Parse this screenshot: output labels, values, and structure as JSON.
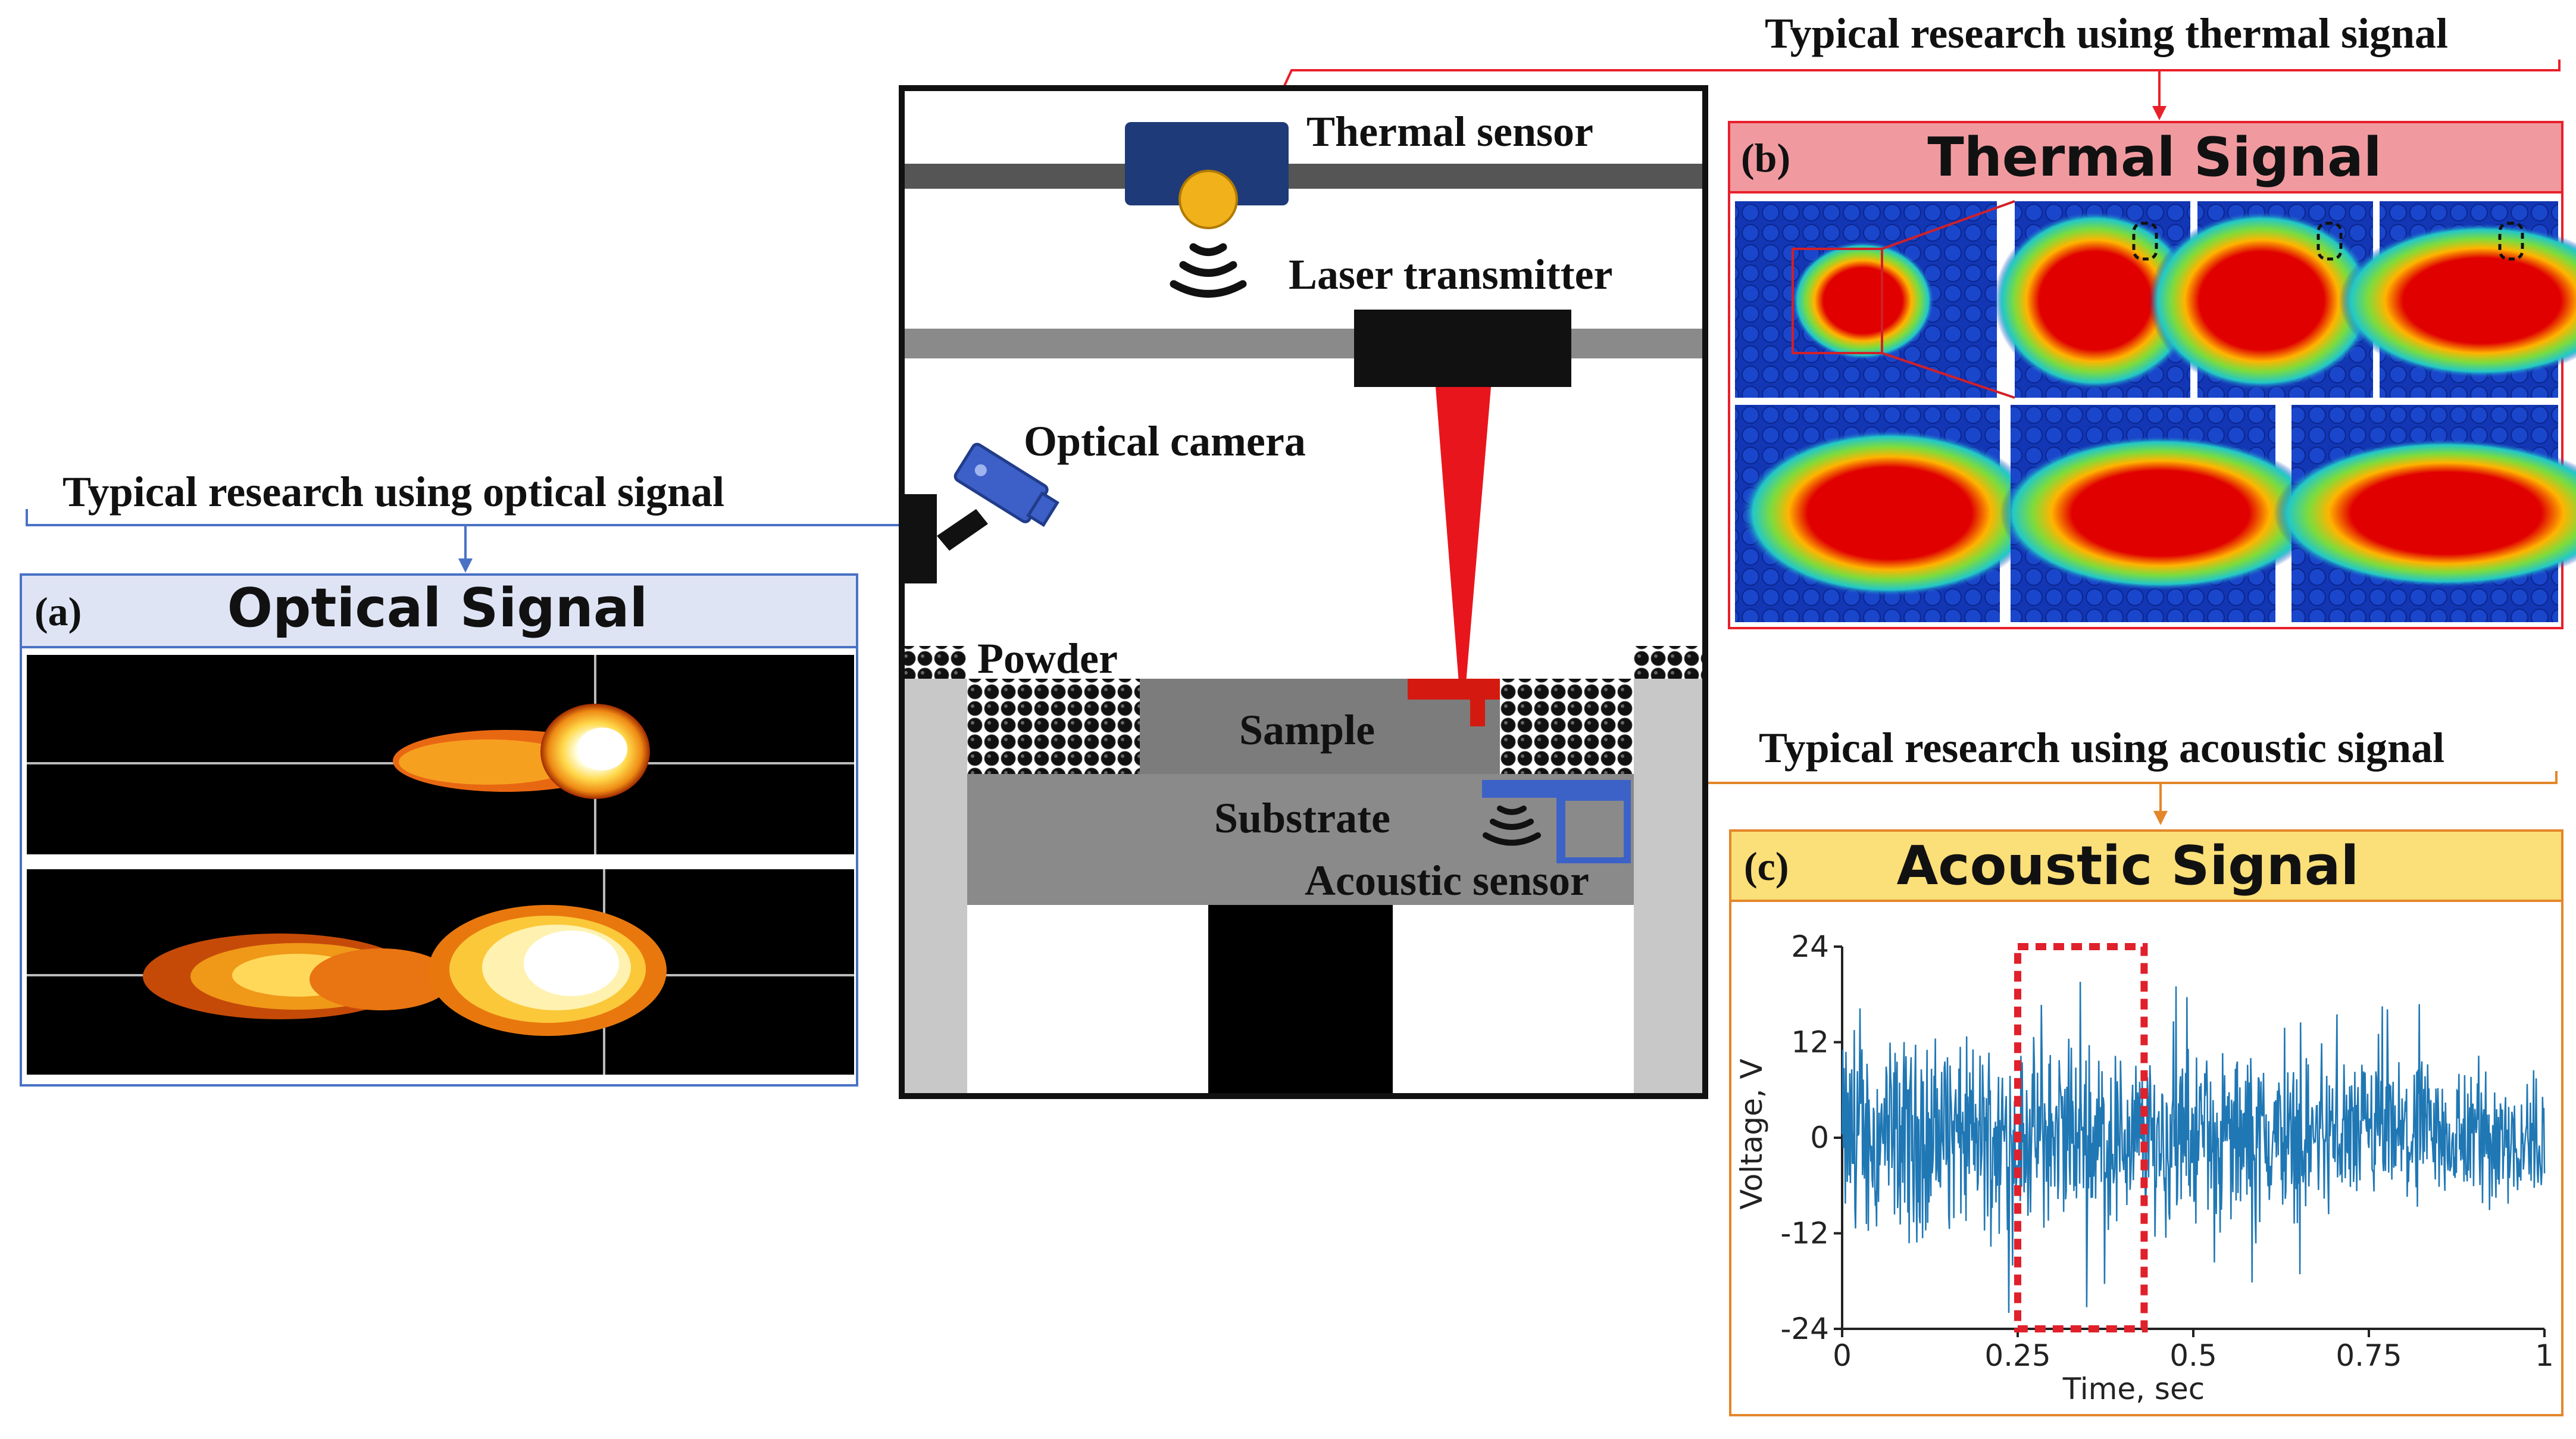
{
  "labels": {
    "thermal_research": "Typical research using thermal signal",
    "optical_research": "Typical research using optical signal",
    "acoustic_research": "Typical research using acoustic signal",
    "thermal_sensor": "Thermal sensor",
    "laser_transmitter": "Laser  transmitter",
    "optical_camera": "Optical camera",
    "powder": "Powder",
    "sample": "Sample",
    "substrate": "Substrate",
    "acoustic_sensor": "Acoustic sensor"
  },
  "panels": {
    "optical": {
      "tag": "(a)",
      "title": "Optical Signal"
    },
    "thermal": {
      "tag": "(b)",
      "title": "Thermal Signal"
    },
    "acoustic": {
      "tag": "(c)",
      "title": "Acoustic Signal"
    }
  },
  "colors": {
    "thermal_accent": "#e8202a",
    "optical_accent": "#4a72c4",
    "acoustic_accent": "#e4862a",
    "thermal_header": "#f09aa0",
    "optical_header": "#dfe4f5",
    "acoustic_header": "#fbdf78",
    "signal_line": "#1f77b4",
    "highlight_box": "#e0202a"
  },
  "chart_data": {
    "type": "line",
    "xlabel": "Time, sec",
    "ylabel": "Voltage, V",
    "xlim": [
      0,
      1
    ],
    "ylim": [
      -24,
      24
    ],
    "xticks": [
      "0",
      "0.25",
      "0.5",
      "0.75",
      "1"
    ],
    "yticks": [
      "24",
      "12",
      "0",
      "-12",
      "-24"
    ],
    "series": [
      {
        "description": "noisy acoustic voltage oscillating roughly between -20 and 20 V over 0-1 sec"
      }
    ],
    "highlight": {
      "x_range": [
        0.25,
        0.43
      ]
    }
  }
}
